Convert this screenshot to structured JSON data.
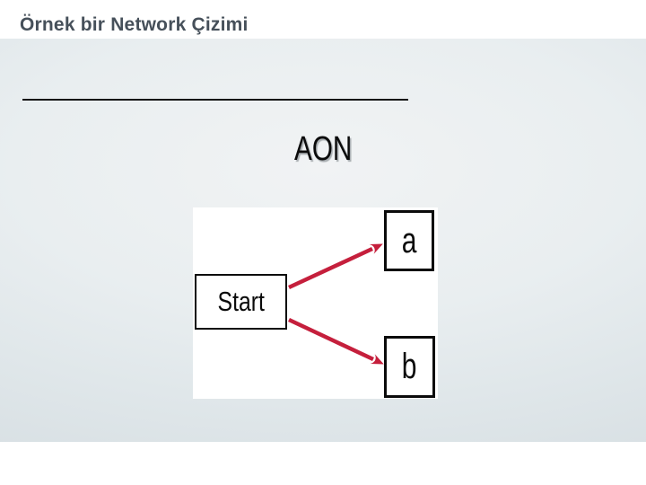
{
  "slide": {
    "title": "Örnek bir Network Çizimi",
    "heading": "AON",
    "diagram": {
      "nodes": [
        {
          "id": "start",
          "label": "Start"
        },
        {
          "id": "a",
          "label": "a"
        },
        {
          "id": "b",
          "label": "b"
        }
      ],
      "edges": [
        {
          "from": "start",
          "to": "a"
        },
        {
          "from": "start",
          "to": "b"
        }
      ]
    },
    "colors": {
      "title_text": "#46505a",
      "heading_text": "#0b0b0b",
      "rule": "#151515",
      "arrow": "#c51f3c",
      "node_border": "#0b0b0b",
      "panel_bg": "#ffffff",
      "canvas_bg_light": "#f1f3f4",
      "canvas_bg_dark": "#d5dde1"
    }
  }
}
